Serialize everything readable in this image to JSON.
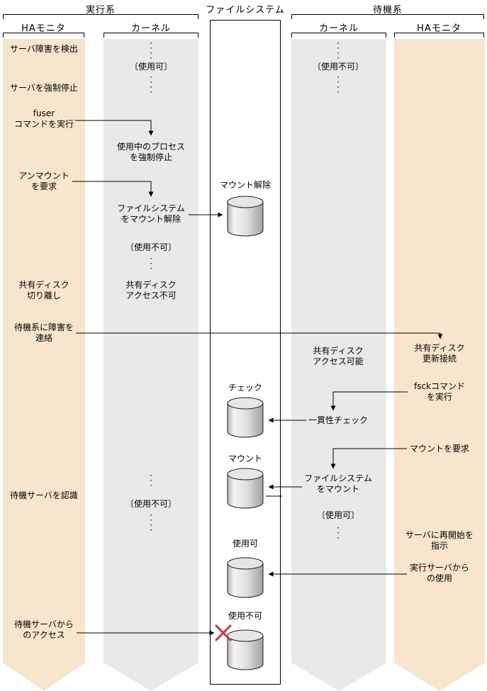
{
  "titles": {
    "exec_group": "実行系",
    "filesystem": "ファイルシステム",
    "standby_group": "待機系"
  },
  "column_headers": {
    "exec_ha": "HAモニタ",
    "exec_kernel": "カーネル",
    "standby_kernel": "カーネル",
    "standby_ha": "HAモニタ"
  },
  "exec_ha": {
    "detect": "サーバ障害を検出",
    "force_stop": "サーバを強制停止",
    "fuser": "fuser\nコマンドを実行",
    "unmount_req": "アンマウント\nを要求",
    "disk_detach": "共有ディスク\n切り離し",
    "notify_standby": "待機系に障害を\n連絡",
    "recognize": "待機サーバを認識",
    "standby_access": "待機サーバから\nのアクセス"
  },
  "exec_kernel": {
    "dots1": "·\n·\n·\n·",
    "usable": "〔使用可〕",
    "dots2": "·\n·\n·\n·",
    "proc_stop": "使用中のプロセス\nを強制停止",
    "fs_unmount": "ファイルシステム\nをマウント解除",
    "unusable1": "〔使用不可〕",
    "dots3": "·\n·\n·",
    "disk_noaccess": "共有ディスク\nアクセス不可",
    "dots4": "·\n·\n·",
    "unusable2": "〔使用不可〕",
    "dots5": "·\n·\n·\n·"
  },
  "filesystem": {
    "unmount": "マウント解除",
    "check": "チェック",
    "mount": "マウント",
    "usable": "使用可",
    "unusable": "使用不可"
  },
  "standby_kernel": {
    "dots1": "·\n·\n·\n·",
    "unusable": "〔使用不可〕",
    "dots2": "·\n·\n·\n·",
    "disk_access": "共有ディスク\nアクセス可能",
    "consistency": "一貫性チェック",
    "fs_mount": "ファイルシステム\nをマウント",
    "usable": "〔使用可〕",
    "dots3": "·\n·\n·"
  },
  "standby_ha": {
    "disk_update": "共有ディスク\n更新接続",
    "fsck": "fsckコマンド\nを実行",
    "mount_req": "マウントを要求",
    "restart": "サーバに再開始を\n指示",
    "exec_use": "実行サーバから\nの使用"
  },
  "colors": {
    "ha_band": "#f7e5cd",
    "kernel_band": "#e9e9e9",
    "line": "#000000",
    "x_mark": "#cc3344"
  }
}
